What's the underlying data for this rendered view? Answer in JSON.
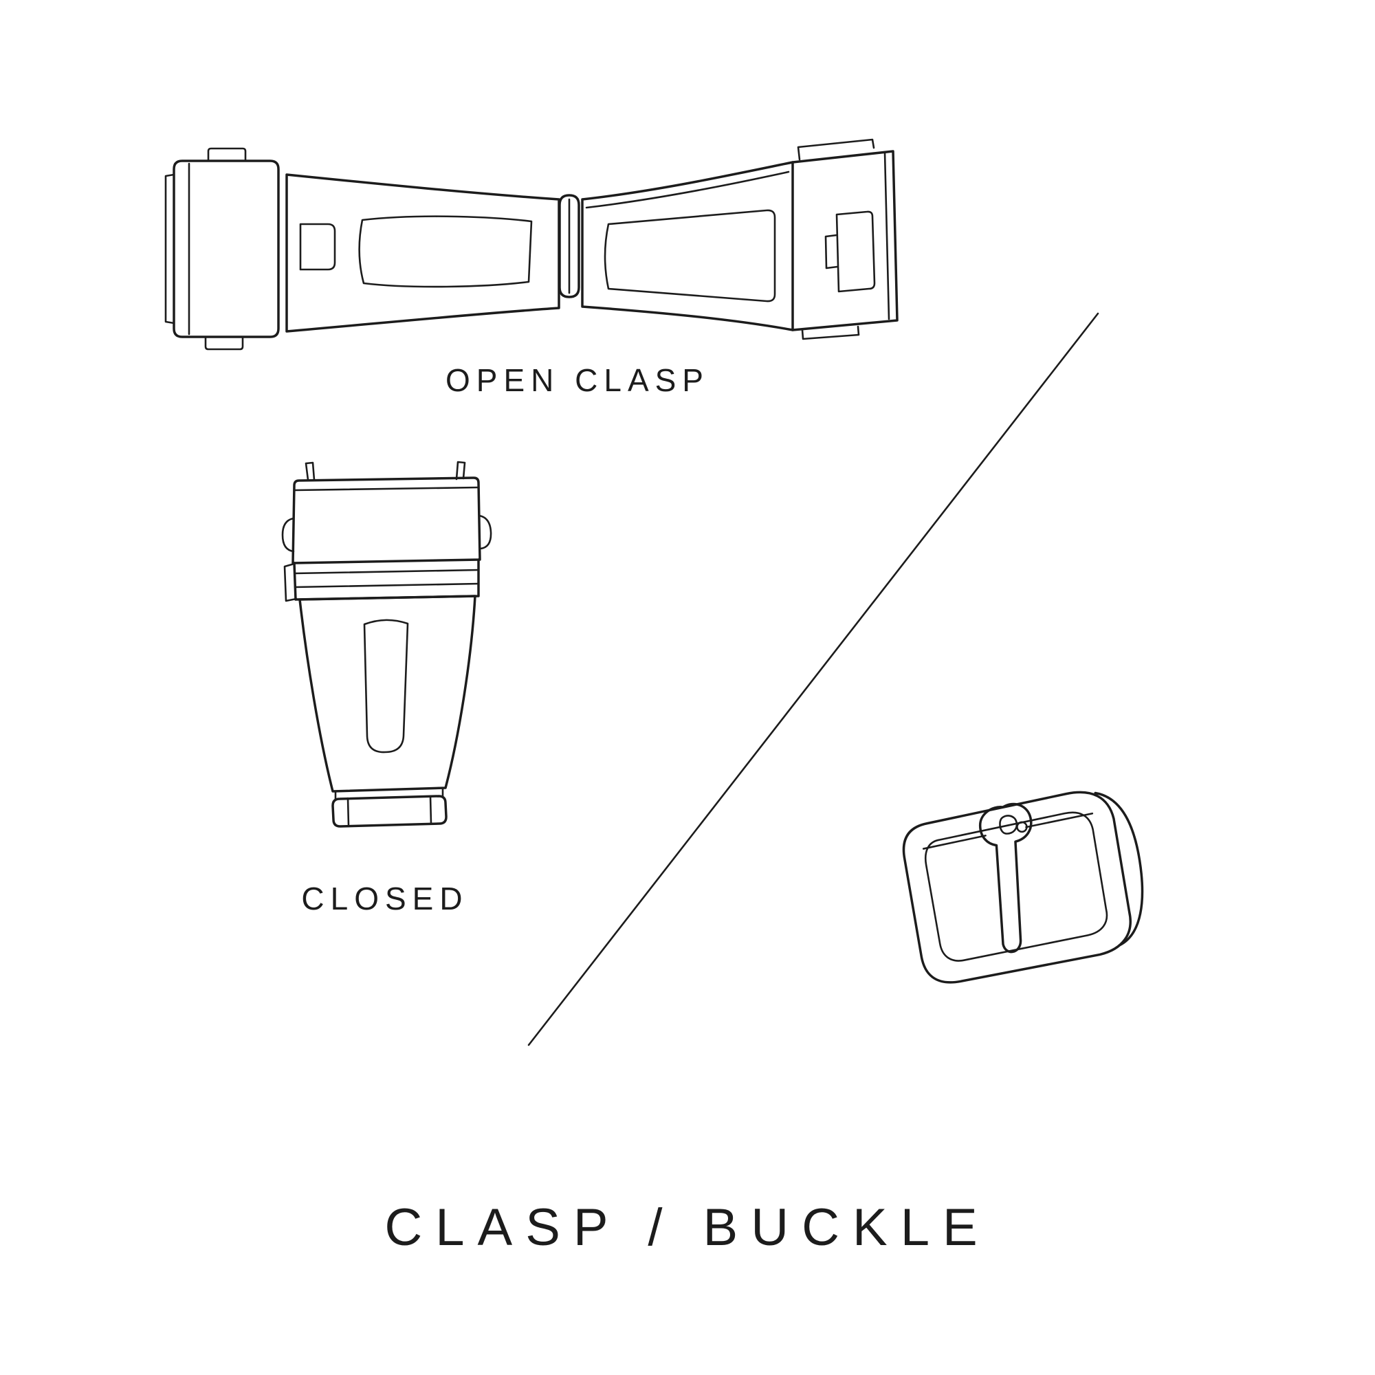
{
  "page": {
    "background": "#ffffff",
    "ink": "#1c1c1c"
  },
  "title": "CLASP / BUCKLE",
  "figures": {
    "open_clasp": {
      "icon": "open-clasp-line-drawing",
      "label": "OPEN CLASP"
    },
    "closed_clasp": {
      "icon": "closed-clasp-line-drawing",
      "label": "CLOSED"
    },
    "buckle": {
      "icon": "tang-buckle-line-drawing",
      "label": ""
    }
  },
  "divider": {
    "icon": "diagonal-divider-line"
  }
}
